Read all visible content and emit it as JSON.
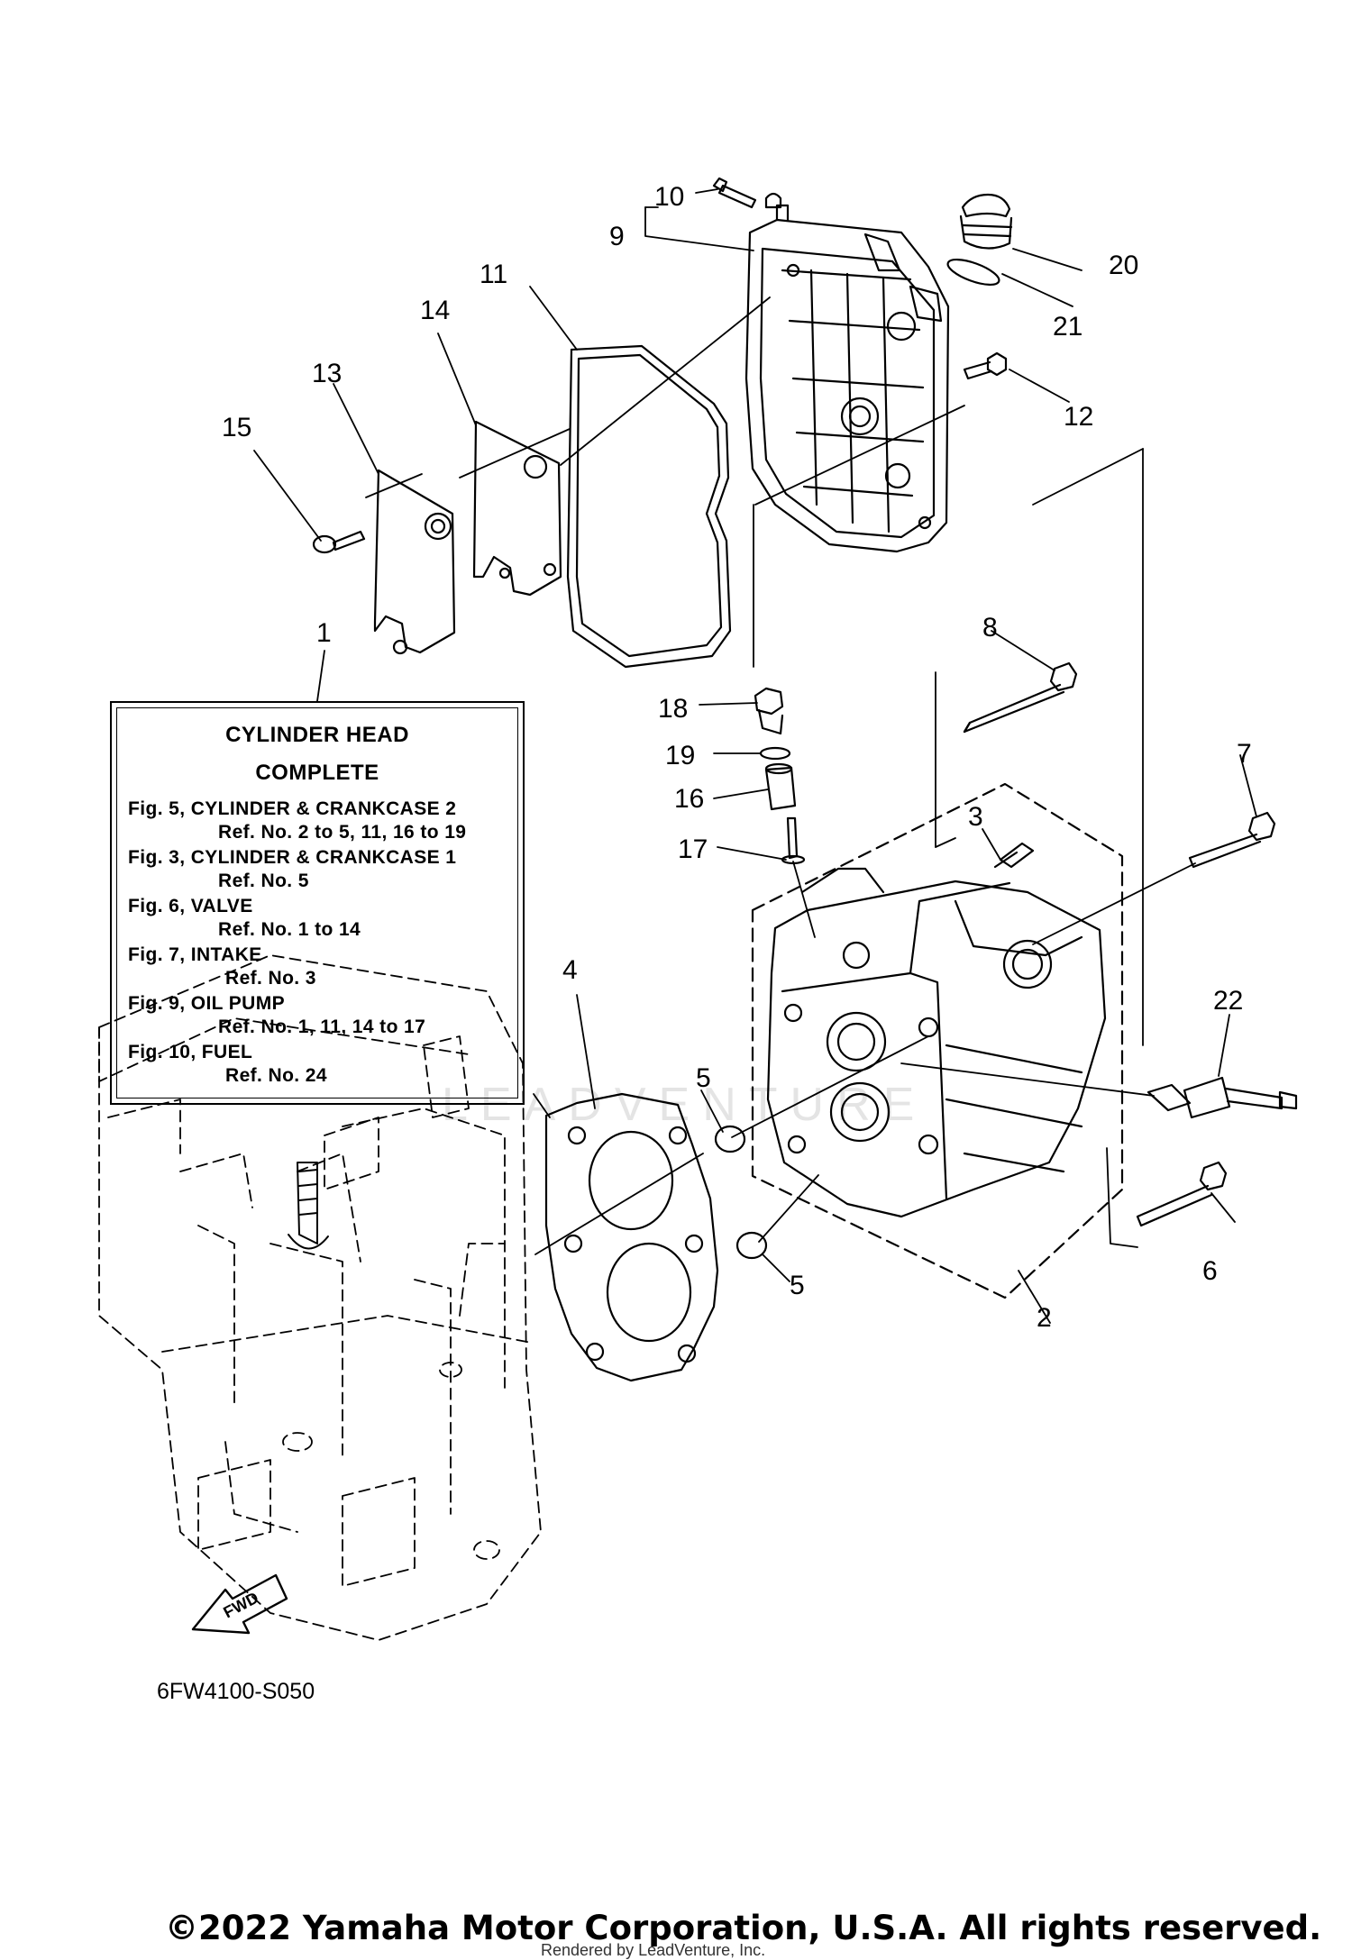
{
  "legend": {
    "title_line1": "CYLINDER HEAD",
    "title_line2": "COMPLETE",
    "entries": [
      {
        "fig": "Fig. 5, CYLINDER & CRANKCASE 2",
        "ref": "Ref. No. 2 to 5, 11, 16 to 19"
      },
      {
        "fig": "Fig. 3, CYLINDER & CRANKCASE 1",
        "ref": "Ref. No. 5"
      },
      {
        "fig": "Fig. 6, VALVE",
        "ref": "Ref. No. 1 to 14"
      },
      {
        "fig": "Fig. 7, INTAKE",
        "ref": "Ref. No. 3"
      },
      {
        "fig": "Fig. 9, OIL PUMP",
        "ref": "Ref. No. 1, 11, 14 to 17"
      },
      {
        "fig": "Fig. 10, FUEL",
        "ref": "Ref. No. 24"
      }
    ]
  },
  "callouts": [
    "1",
    "2",
    "3",
    "4",
    "5",
    "5",
    "6",
    "7",
    "8",
    "9",
    "10",
    "11",
    "12",
    "13",
    "14",
    "15",
    "16",
    "17",
    "18",
    "19",
    "20",
    "21",
    "22"
  ],
  "fwd_label": "FWD",
  "diagram_code": "6FW4100-S050",
  "copyright": "©2022 Yamaha Motor Corporation, U.S.A. All rights reserved.",
  "rendered_by": "Rendered by LeadVenture, Inc.",
  "watermark": "LEADVENTURE"
}
